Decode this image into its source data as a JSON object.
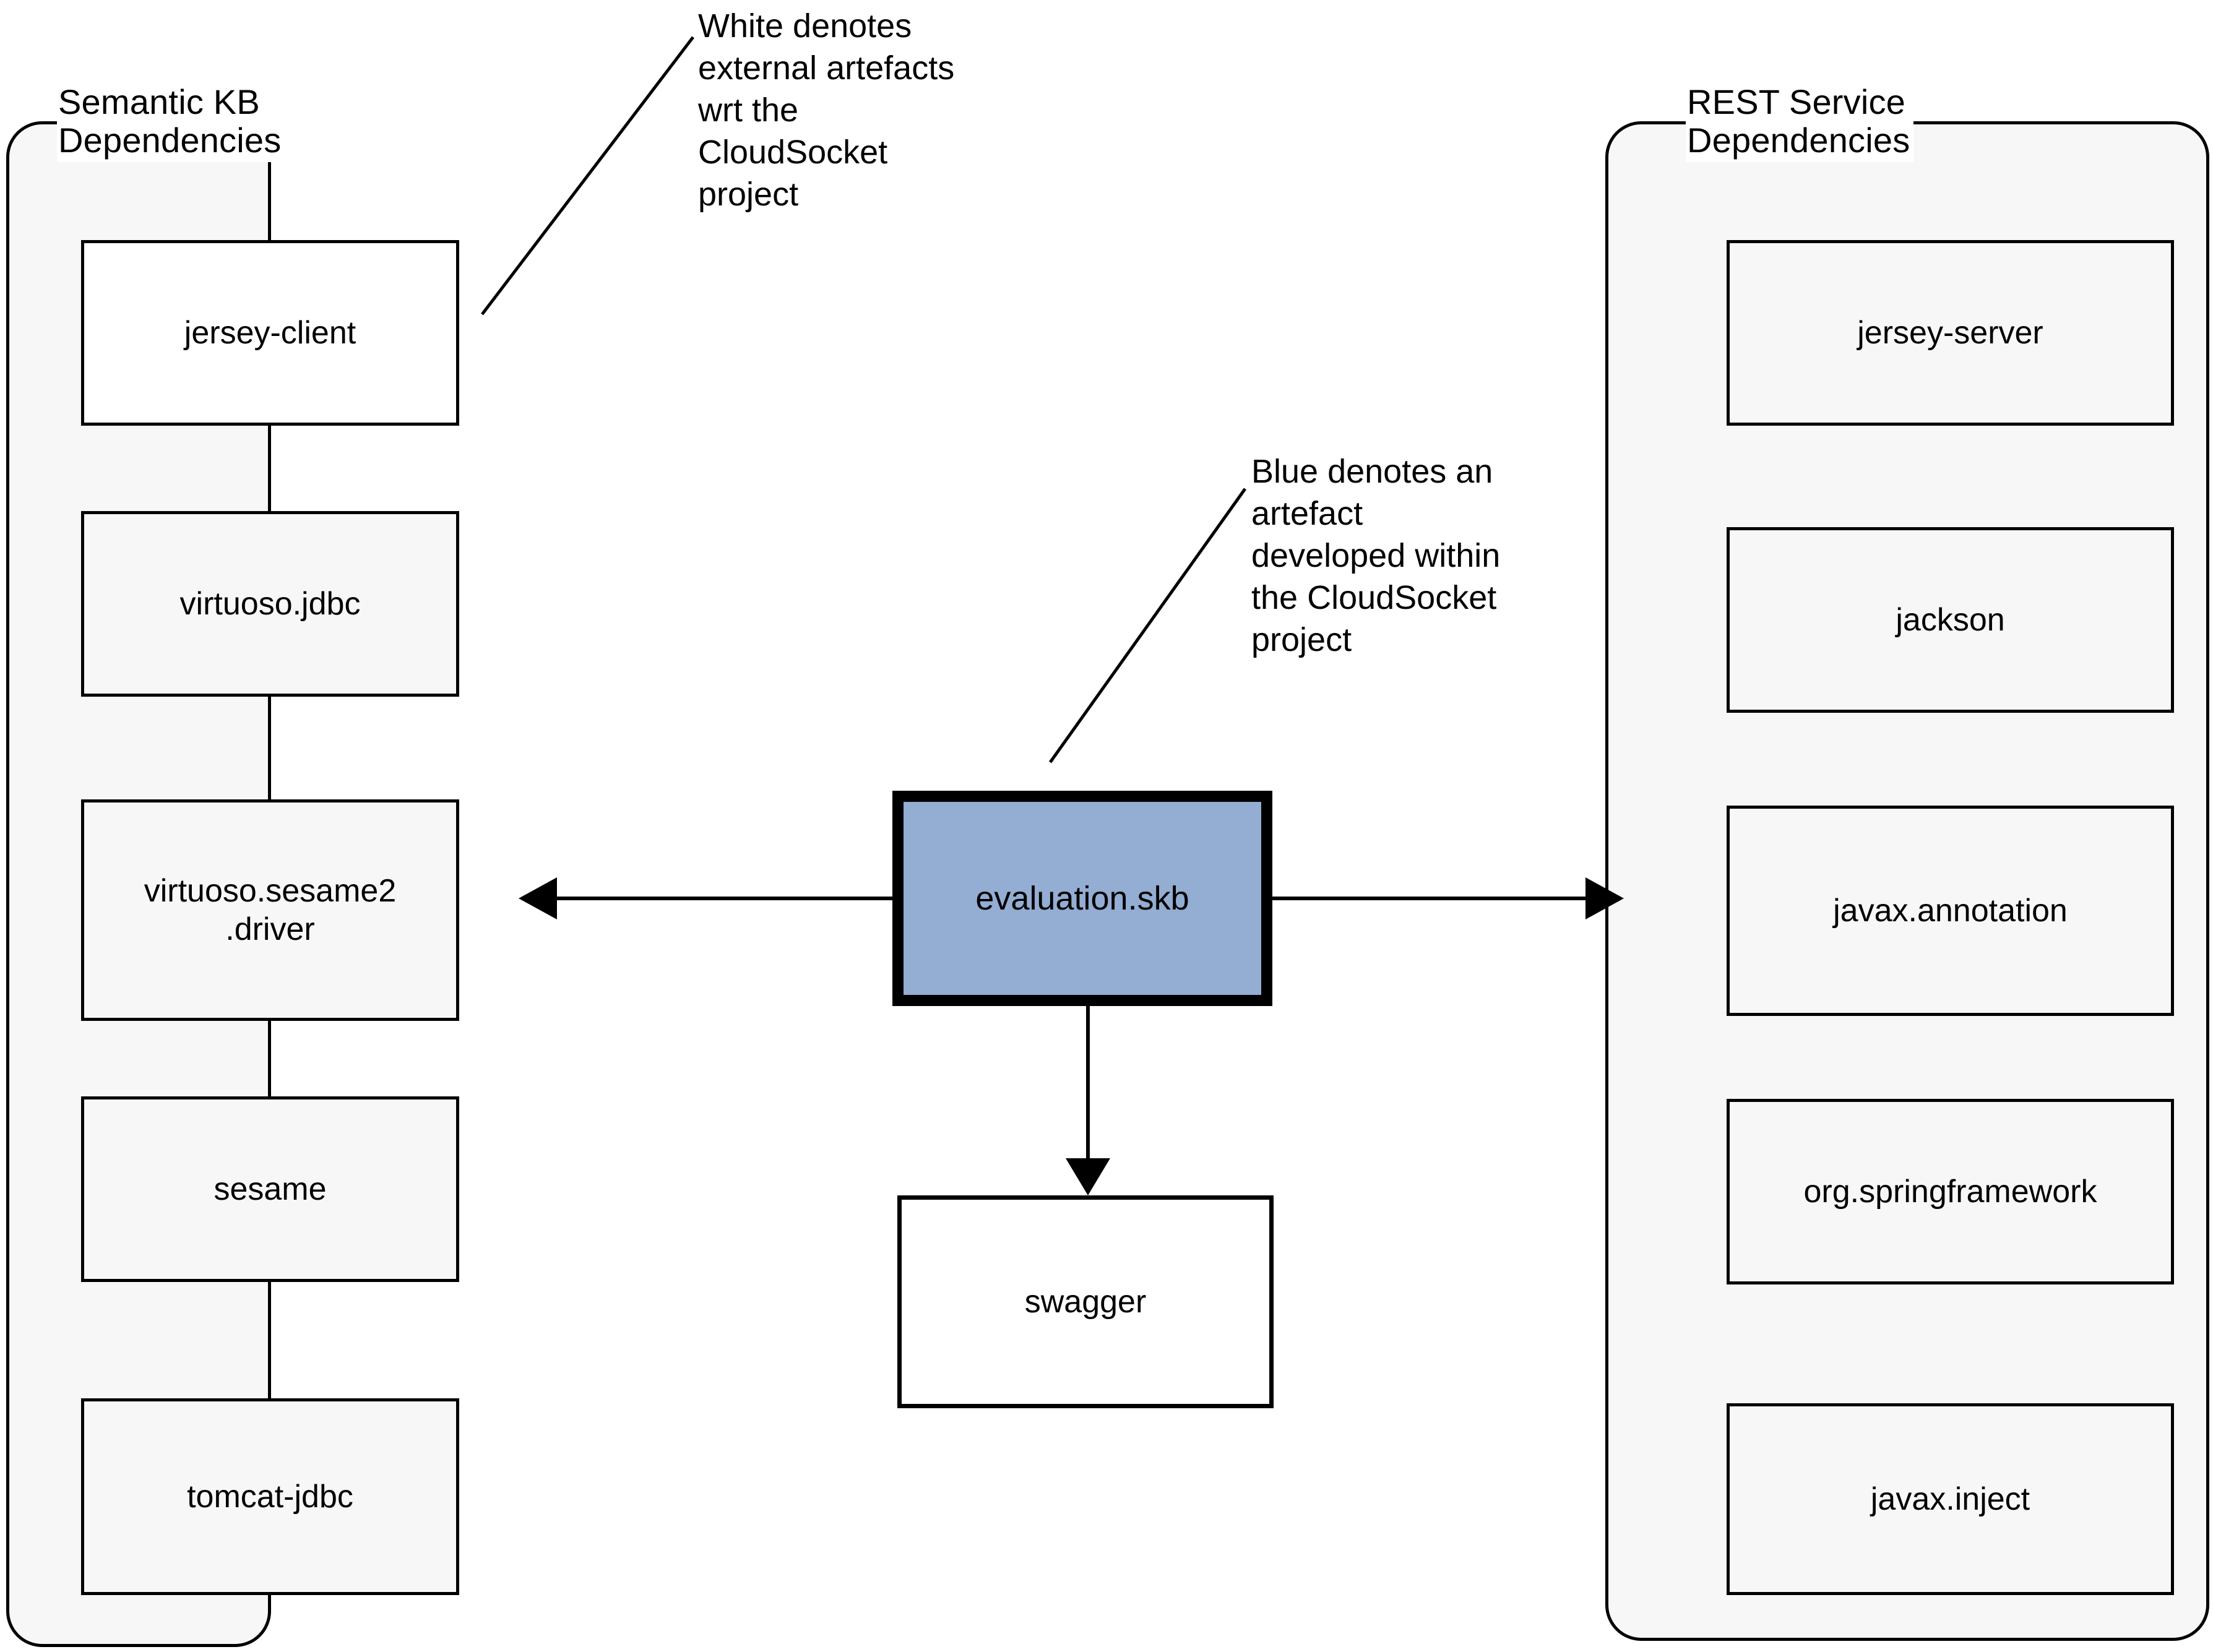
{
  "diagram": {
    "type": "dependency-diagram",
    "background": "#ffffff",
    "legend_colors": {
      "external_artefact": "#ffffff",
      "cloudsocket_artefact": "#93ADD3"
    }
  },
  "groups": {
    "left": {
      "title": "Semantic KB\nDependencies",
      "items": [
        {
          "label": "jersey-client",
          "fill": "#ffffff"
        },
        {
          "label": "virtuoso.jdbc",
          "fill": "#f7f7f7"
        },
        {
          "label": "virtuoso.sesame2\n.driver",
          "fill": "#f7f7f7"
        },
        {
          "label": "sesame",
          "fill": "#f7f7f7"
        },
        {
          "label": "tomcat-jdbc",
          "fill": "#f7f7f7"
        }
      ]
    },
    "right": {
      "title": "REST Service\nDependencies",
      "items": [
        {
          "label": "jersey-server",
          "fill": "#f7f7f7"
        },
        {
          "label": "jackson",
          "fill": "#f7f7f7"
        },
        {
          "label": "javax.annotation",
          "fill": "#f7f7f7"
        },
        {
          "label": "org.springframework",
          "fill": "#f7f7f7"
        },
        {
          "label": "javax.inject",
          "fill": "#f7f7f7"
        }
      ]
    }
  },
  "center": {
    "main_node": {
      "label": "evaluation.skb",
      "fill": "#93ADD3"
    },
    "child_node": {
      "label": "swagger",
      "fill": "#ffffff"
    }
  },
  "callouts": {
    "white_note": "White denotes\nexternal artefacts\nwrt the\nCloudSocket\nproject",
    "blue_note": "Blue denotes an\nartefact\ndeveloped within\nthe CloudSocket\nproject"
  },
  "connectors": [
    {
      "name": "evaluation-to-semantic-kb",
      "direction": "left",
      "arrowhead": "filled-triangle"
    },
    {
      "name": "evaluation-to-rest-service",
      "direction": "right",
      "arrowhead": "filled-triangle"
    },
    {
      "name": "evaluation-to-swagger",
      "direction": "down",
      "arrowhead": "filled-triangle"
    }
  ]
}
